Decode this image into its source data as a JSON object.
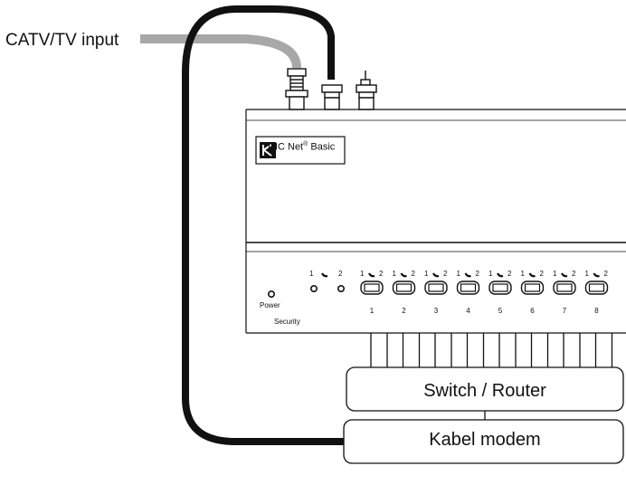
{
  "labels": {
    "catv_input": "CATV/TV input",
    "brand": "IHC Net",
    "brand_mark": "®",
    "brand_suffix": "Basic",
    "power": "Power",
    "security": "Security",
    "switch_router": "Switch / Router",
    "cable_modem": "Kabel modem",
    "security_pos_1": "1",
    "security_pos_2": "2"
  },
  "ports": [
    {
      "number": "1",
      "pos1": "1",
      "pos2": "2"
    },
    {
      "number": "2",
      "pos1": "1",
      "pos2": "2"
    },
    {
      "number": "3",
      "pos1": "1",
      "pos2": "2"
    },
    {
      "number": "4",
      "pos1": "1",
      "pos2": "2"
    },
    {
      "number": "5",
      "pos1": "1",
      "pos2": "2"
    },
    {
      "number": "6",
      "pos1": "1",
      "pos2": "2"
    },
    {
      "number": "7",
      "pos1": "1",
      "pos2": "2"
    },
    {
      "number": "8",
      "pos1": "1",
      "pos2": "2"
    }
  ],
  "colors": {
    "line": "#111111",
    "cable_grey": "#a8a8a8",
    "cable_black": "#111111",
    "background": "#ffffff"
  }
}
